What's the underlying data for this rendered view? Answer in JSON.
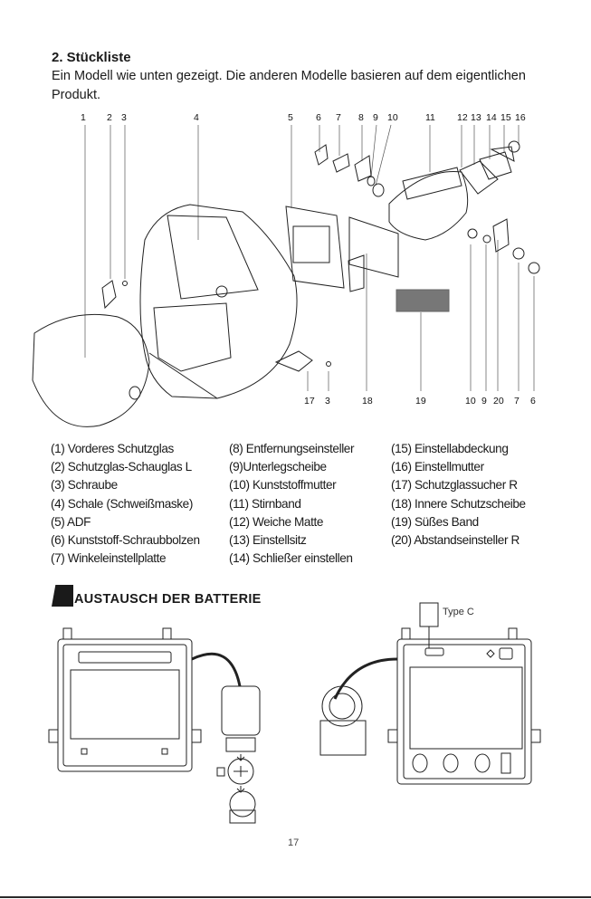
{
  "section": {
    "title": "2. Stückliste",
    "intro": "Ein Modell wie unten gezeigt. Die anderen Modelle basieren auf dem eigentlichen Produkt."
  },
  "diagram": {
    "top_numbers": [
      "1",
      "2",
      "3",
      "4",
      "5",
      "6",
      "7",
      "8",
      "9",
      "10",
      "11",
      "12",
      "13",
      "14",
      "15",
      "16"
    ],
    "bottom_left_numbers": [
      "17",
      "3",
      "18",
      "19"
    ],
    "bottom_right_numbers": [
      "10",
      "9",
      "20",
      "7",
      "6"
    ]
  },
  "parts_list": {
    "col1": [
      "(1) Vorderes Schutzglas",
      "(2) Schutzglas-Schauglas L",
      "(3) Schraube",
      "(4) Schale (Schweißmaske)",
      "(5) ADF",
      "(6) Kunststoff-Schraubbolzen",
      "(7) Winkeleinstellplatte"
    ],
    "col2": [
      "(8) Entfernungseinsteller",
      "(9)Unterlegscheibe",
      "(10) Kunststoffmutter",
      "(11) Stirnband",
      "(12) Weiche Matte",
      "(13) Einstellsitz",
      "(14) Schließer einstellen"
    ],
    "col3": [
      "(15) Einstellabdeckung",
      "(16) Einstellmutter",
      "(17) Schutzglassucher R",
      "(18) Innere Schutzscheibe",
      "(19) Süßes Band",
      "(20) Abstandseinsteller R"
    ]
  },
  "battery": {
    "title": "AUSTAUSCH DER BATTERIE",
    "connector_label": "Type C"
  },
  "page_number": "17",
  "icons": {
    "section_marker": "black-parallelogram-marker"
  }
}
